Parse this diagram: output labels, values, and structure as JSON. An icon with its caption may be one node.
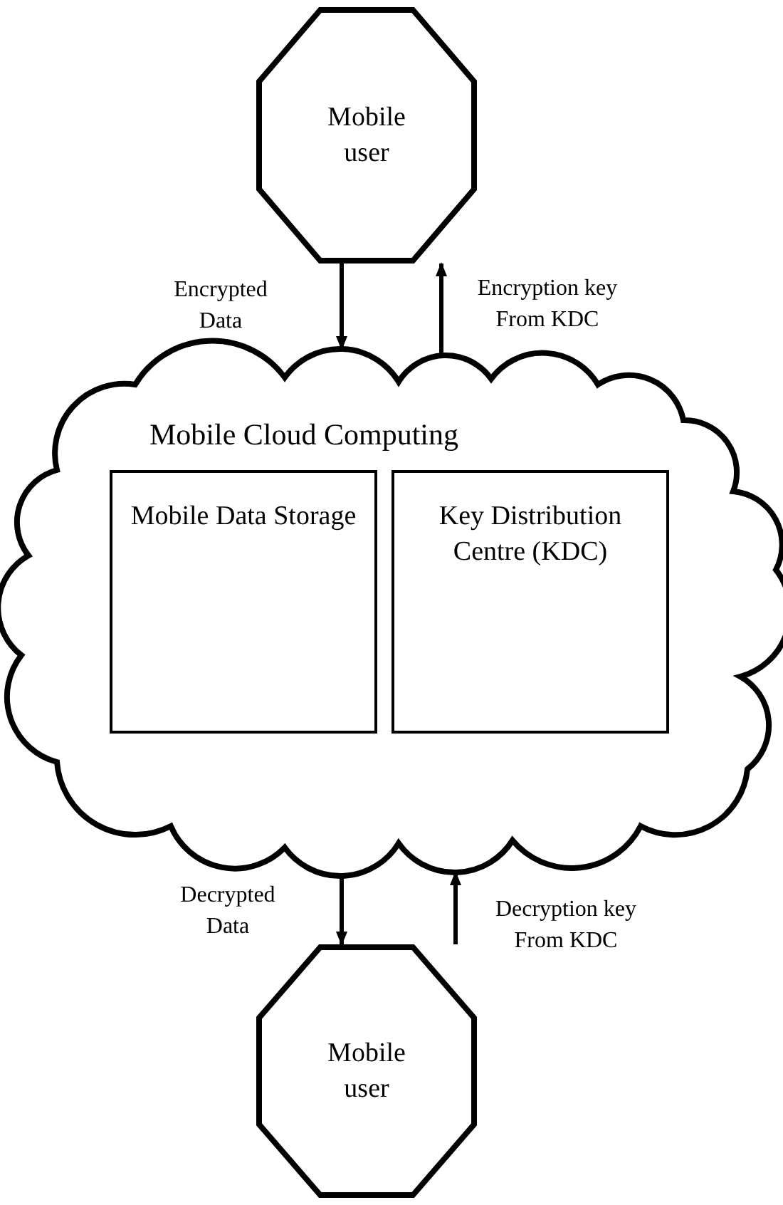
{
  "diagram": {
    "nodes": [
      {
        "text": [
          "Mobile user"
        ]
      },
      {
        "text": [
          "Mobile Cloud Computing"
        ]
      },
      {
        "text": [
          "Mobile Data Storage"
        ],
        "in": 1
      },
      {
        "text": [
          "Key Distribution Centre (KDC)"
        ],
        "in": 1
      },
      {
        "text": [
          "Mobile user"
        ]
      }
    ],
    "edges": [
      {
        "from": 0,
        "to": 1,
        "arrow": "to",
        "label": "Encrypted Data"
      },
      {
        "from": 1,
        "to": 0,
        "arrow": "to",
        "label": "Encryption key From KDC"
      },
      {
        "from": 1,
        "to": 4,
        "arrow": "to",
        "label": "Decrypted Data"
      },
      {
        "from": 4,
        "to": 1,
        "arrow": "to",
        "label": "Decryption key From KDC"
      }
    ]
  }
}
